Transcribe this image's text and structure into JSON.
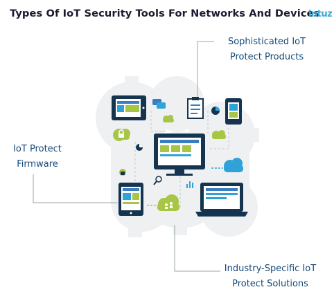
{
  "header": {
    "title": "Types Of IoT Security Tools For Networks And Devices",
    "logo_text": "intuz"
  },
  "labels": {
    "top_line1": "Sophisticated IoT",
    "top_line2": "Protect Products",
    "left_line1": "IoT Protect",
    "left_line2": "Firmware",
    "bottom_line1": "Industry-Specific IoT",
    "bottom_line2": "Protect Solutions"
  },
  "colors": {
    "navy": "#15344f",
    "teal": "#3b7ec0",
    "cyan": "#2fa3d8",
    "lime": "#a8c646",
    "gear": "#eef0f2",
    "label": "#15497a"
  },
  "icons": [
    "tablet-icon",
    "monitor-icon",
    "laptop-icon",
    "smartphone-icon",
    "clipboard-icon",
    "pie-chart-icon",
    "cloud-icon",
    "lock-icon",
    "magnifier-icon",
    "chat-bubble-icon",
    "bar-chart-icon"
  ]
}
